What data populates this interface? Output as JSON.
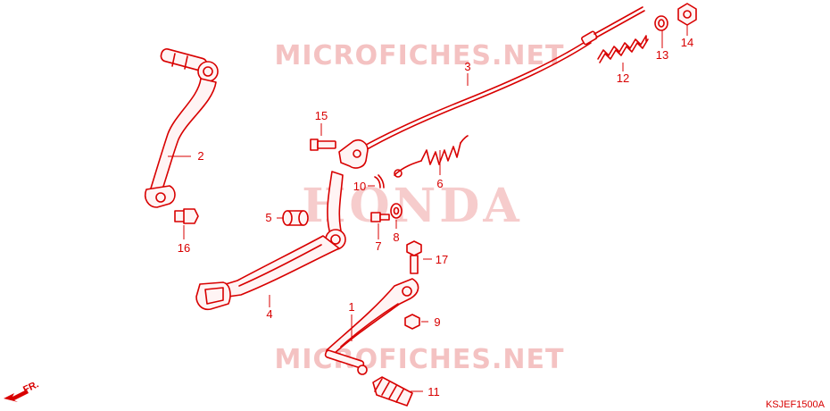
{
  "watermarks": {
    "site_top": "MICROFICHES.NET",
    "brand": "HONDA",
    "site_bottom": "MICROFICHES.NET"
  },
  "diagram_code": "KSJEF1500A",
  "direction_label": "FR.",
  "callouts": [
    "1",
    "2",
    "3",
    "4",
    "5",
    "6",
    "7",
    "8",
    "9",
    "10",
    "11",
    "12",
    "13",
    "14",
    "15",
    "16",
    "17"
  ],
  "colors": {
    "line": "#d80000",
    "watermark": "#f4c2c2",
    "background": "#ffffff"
  },
  "icons": {
    "direction": "front-arrow-icon"
  }
}
